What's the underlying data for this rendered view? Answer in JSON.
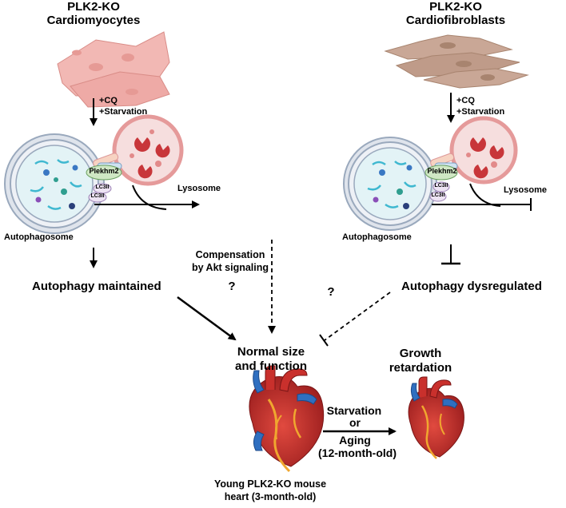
{
  "left_panel": {
    "title_line1": "PLK2-KO",
    "title_line2": "Cardiomyocytes",
    "treatment_line1": "+CQ",
    "treatment_line2": "+Starvation",
    "autophagosome_label": "Autophagosome",
    "lysosome_label": "Lysosome",
    "pleckstrin_label": "Plekhm2",
    "lc3_label_1": "LC3II",
    "lc3_label_2": "LC3II",
    "outcome": "Autophagy maintained"
  },
  "right_panel": {
    "title_line1": "PLK2-KO",
    "title_line2": "Cardiofibroblasts",
    "treatment_line1": "+CQ",
    "treatment_line2": "+Starvation",
    "autophagosome_label": "Autophagosome",
    "lysosome_label": "Lysosome",
    "pleckstrin_label": "Plekhm2",
    "lc3_label_1": "LC3II",
    "lc3_label_2": "LC3II",
    "outcome": "Autophagy dysregulated"
  },
  "middle": {
    "compensation_line1": "Compensation",
    "compensation_line2": "by Akt signaling",
    "question_mark": "?",
    "right_question_mark": "?"
  },
  "bottom": {
    "normal_line1": "Normal size",
    "normal_line2": "and function",
    "growth_line1": "Growth",
    "growth_line2": "retardation",
    "condition_line1": "Starvation",
    "condition_line2": "or",
    "condition_line3": "Aging",
    "condition_line4": "(12-month-old)",
    "heart_caption_line1": "Young PLK2-KO mouse",
    "heart_caption_line2": "heart (3-month-old)"
  },
  "colors": {
    "cardiomyocyte_fill": "#f2b8b4",
    "fibroblast_fill": "#c9a796",
    "lysosome_ring": "#e59a9a",
    "lysosome_granule": "#c8363a",
    "autophagosome_ring": "#9aa9bd",
    "pleckstrin": "#cfe7c4",
    "heart_red": "#c9302c",
    "vessel_blue": "#2f6fc0"
  }
}
